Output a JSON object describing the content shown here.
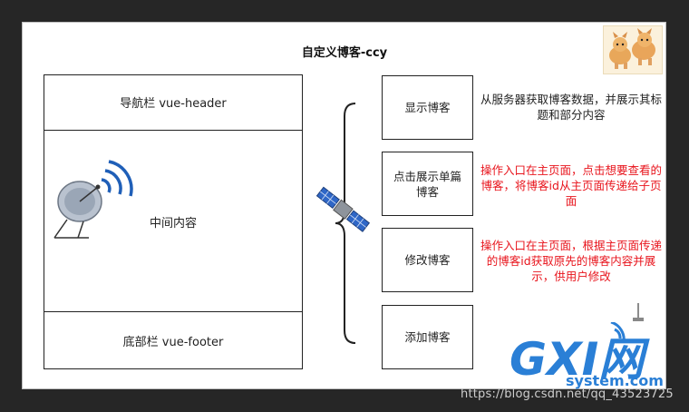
{
  "title": "自定义博客-ccy",
  "layout": {
    "header": "导航栏  vue-header",
    "main": "中间内容",
    "footer": "底部栏  vue-footer"
  },
  "features": [
    {
      "label": "显示博客",
      "note": "从服务器获取博客数据，并展示其标题和部分内容",
      "note_color": "#222222"
    },
    {
      "label": "点击展示单篇博客",
      "note": "操作入口在主页面，点击想要查看的博客，将博客id从主页面传递给子页面",
      "note_color": "#e8141c"
    },
    {
      "label": "修改博客",
      "note": "操作入口在主页面，根据主页面传递的博客id获取原先的博客内容并展示，供用户修改",
      "note_color": "#e8141c"
    },
    {
      "label": "添加博客",
      "note": "",
      "note_color": "#222222"
    }
  ],
  "icons": [
    "satellite-dish-icon",
    "satellite-icon",
    "corgi-dogs-image",
    "antenna-icon"
  ],
  "watermark": {
    "logo_text": "GXI网",
    "logo_sub": "system.com",
    "url": "https://blog.csdn.net/qq_43523725"
  },
  "colors": {
    "accent_red": "#e8141c",
    "signal_blue": "#1f5fb8",
    "logo_blue": "#2a7fd6"
  }
}
